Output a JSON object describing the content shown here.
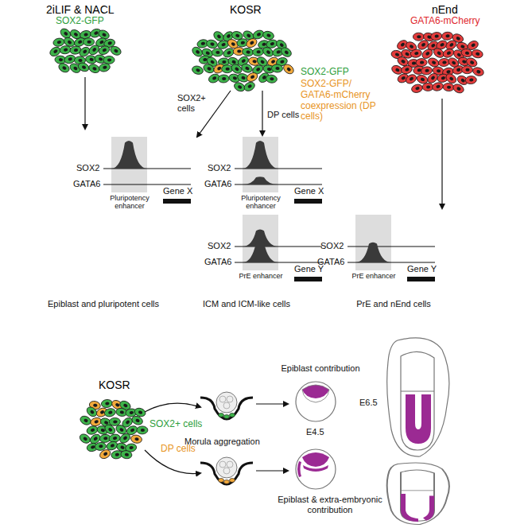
{
  "diagram": {
    "labels": [
      "2iLIF & NACL",
      "KOSR",
      "nEnd",
      "SOX2-GFP",
      "GATA6-mCherry",
      "SOX2-GFP",
      "SOX2-GFP/ GATA6-mCherry coexpression (DP cells)",
      "SOX2+ cells",
      "DP cells",
      "SOX2",
      "GATA6",
      "Pluripotency enhancer",
      "Gene X",
      "SOX2",
      "GATA6",
      "Pluripotency enhancer",
      "Gene X",
      "SOX2",
      "GATA6",
      "PrE enhancer",
      "Gene Y",
      "SOX2",
      "GATA6",
      "PrE enhancer",
      "Gene Y",
      "Epiblast and pluripotent cells",
      "ICM and ICM-like cells",
      "PrE and nEnd cells",
      "KOSR",
      "Epiblast contribution",
      "SOX2+ cells",
      "DP cells",
      "Morula aggregation",
      "E4.5",
      "E6.5",
      "Epiblast & extra-embryonic contribution"
    ]
  }
}
